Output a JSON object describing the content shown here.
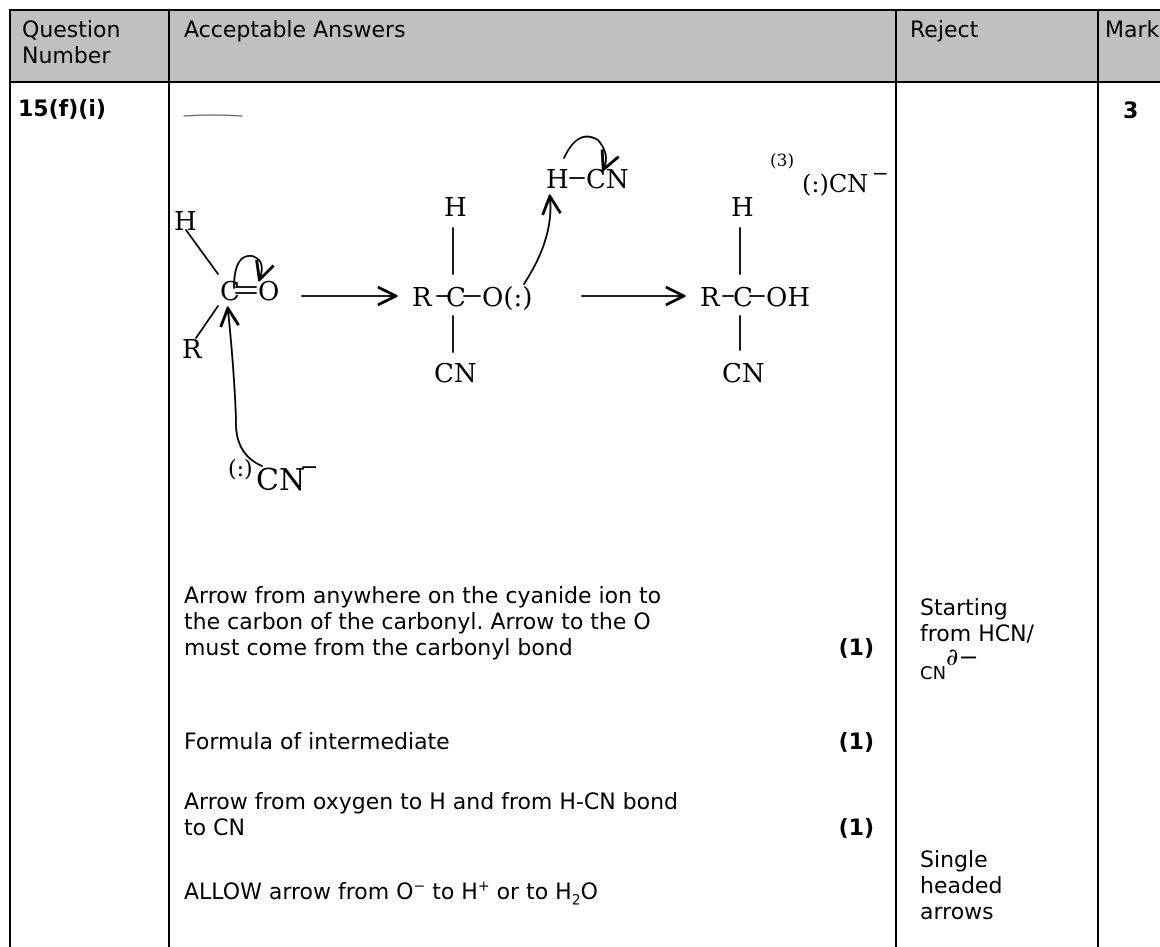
{
  "header": {
    "question_number": [
      "Question",
      "Number"
    ],
    "acceptable_answers": "Acceptable Answers",
    "reject": "Reject",
    "mark": "Mark"
  },
  "row": {
    "question": "15(f)(i)",
    "mark": "3"
  },
  "diagram": {
    "footnote": "(3)",
    "free_cn": "(:)CN",
    "free_cn_charge": "−",
    "reactant": {
      "h": "H",
      "c": "C",
      "o": "O",
      "r": "R"
    },
    "intermediate": {
      "h": "H",
      "r": "R",
      "c": "C",
      "o": "O(:)",
      "cn": "CN"
    },
    "hcn": {
      "h": "H",
      "cn": "CN"
    },
    "product": {
      "h": "H",
      "r": "R",
      "c": "C",
      "oh": "OH",
      "cn": "CN"
    },
    "nucleophile": {
      "lone": "(:)",
      "cn": "CN",
      "charge": "−"
    }
  },
  "answers": {
    "a1": [
      "Arrow from anywhere on the cyanide ion to",
      "the carbon of the carbonyl. Arrow to the O",
      "must come from the carbonyl bond"
    ],
    "a1_mark": "(1)",
    "a2": "Formula of intermediate",
    "a2_mark": "(1)",
    "a3": [
      "Arrow from oxygen to H and from H-CN bond",
      "to CN"
    ],
    "a3_mark": "(1)",
    "a4": {
      "prefix": "ALLOW arrow from O",
      "o_sup": "−",
      "mid": " to H",
      "h_sup": "+",
      "mid2": " or to H",
      "sub": "2",
      "end": "O"
    }
  },
  "reject": {
    "r1": [
      "Starting",
      "from HCN/"
    ],
    "r1_cn": "CN",
    "r1_sup": "∂−",
    "r2": [
      "Single",
      "headed",
      "arrows"
    ]
  }
}
